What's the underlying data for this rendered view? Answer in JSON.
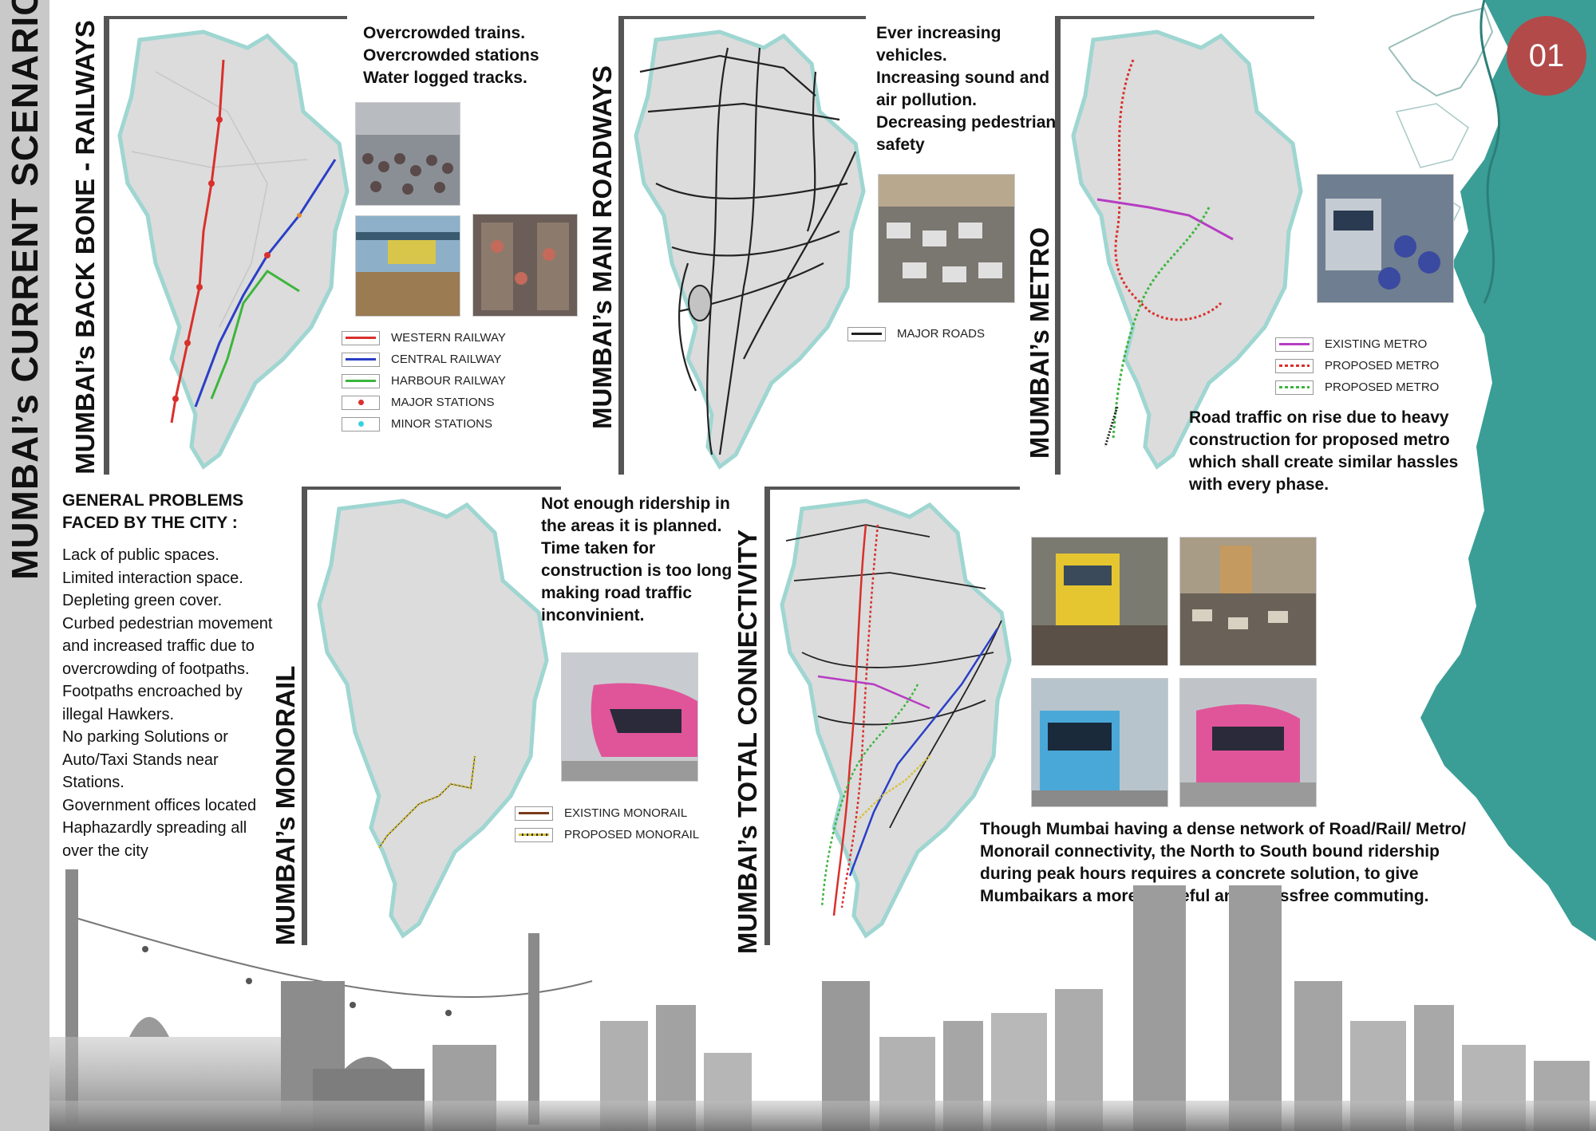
{
  "main_title": "MUMBAI’s CURRENT SCENARIO",
  "page_number": "01",
  "colors": {
    "western_railway": "#d9302c",
    "central_railway": "#2a3fc7",
    "harbour_railway": "#3cb53c",
    "major_station": "#d9302c",
    "minor_station": "#3ad0e0",
    "major_road": "#222222",
    "existing_metro": "#b63cc2",
    "proposed_metro_red": "#d9302c",
    "proposed_metro_green": "#3cb53c",
    "existing_monorail": "#7a3b1c",
    "proposed_monorail": "#d8c23a",
    "badge": "#b24a4a",
    "coast_teal": "#3a9e96"
  },
  "railways": {
    "title": "MUMBAI’s BACK BONE - RAILWAYS",
    "caption": [
      "Overcrowded trains.",
      "Overcrowded stations",
      "Water logged tracks."
    ],
    "legend": [
      {
        "label": "WESTERN RAILWAY",
        "kind": "line",
        "color": "#d9302c"
      },
      {
        "label": "CENTRAL RAILWAY",
        "kind": "line",
        "color": "#2a3fc7"
      },
      {
        "label": "HARBOUR RAILWAY",
        "kind": "line",
        "color": "#3cb53c"
      },
      {
        "label": "MAJOR STATIONS",
        "kind": "dot",
        "color": "#d9302c"
      },
      {
        "label": "MINOR STATIONS",
        "kind": "dot",
        "color": "#3ad0e0"
      }
    ]
  },
  "roadways": {
    "title": "MUMBAI’s MAIN ROADWAYS",
    "caption": [
      "Ever increasing",
      "vehicles.",
      "Increasing sound and",
      "air pollution.",
      "Decreasing pedestrian",
      "safety"
    ],
    "legend": [
      {
        "label": "MAJOR ROADS",
        "kind": "line",
        "color": "#222222"
      }
    ]
  },
  "metro": {
    "title": "MUMBAI’s METRO",
    "legend": [
      {
        "label": "EXISTING METRO",
        "kind": "line",
        "color": "#b63cc2"
      },
      {
        "label": "PROPOSED METRO",
        "kind": "dotted",
        "color": "#d9302c"
      },
      {
        "label": "PROPOSED METRO",
        "kind": "dotted",
        "color": "#3cb53c"
      }
    ],
    "caption": [
      "Road traffic on rise due to heavy",
      "construction for proposed metro",
      "which shall create similar hassles",
      "with every phase."
    ]
  },
  "general_problems": {
    "heading": [
      "GENERAL PROBLEMS",
      "FACED BY  THE CITY :"
    ],
    "lines": [
      "Lack of public spaces.",
      "Limited interaction space.",
      "Depleting green cover.",
      "Curbed pedestrian movement",
      "and increased traffic due to",
      "overcrowding of footpaths.",
      "Footpaths encroached by",
      "illegal Hawkers.",
      "No parking Solutions or",
      "Auto/Taxi Stands near",
      "Stations.",
      "Government offices located",
      "Haphazardly spreading all",
      "over the city"
    ]
  },
  "monorail": {
    "title": "MUMBAI’s MONORAIL",
    "caption": [
      "Not enough ridership in",
      "the areas it is planned.",
      "Time taken for",
      "construction is too long",
      "making road traffic",
      "inconvinient."
    ],
    "legend": [
      {
        "label": "EXISTING MONORAIL",
        "kind": "line",
        "color": "#7a3b1c"
      },
      {
        "label": "PROPOSED MONORAIL",
        "kind": "dotted",
        "color": "#d8c23a"
      }
    ]
  },
  "connectivity": {
    "title": "MUMBAI’s TOTAL CONNECTIVITY",
    "caption": [
      "Though Mumbai having a dense network of Road/Rail/ Metro/",
      "Monorail connectivity, the North to South bound ridership",
      "during peak hours requires a concrete solution, to give",
      "Mumbaikars a more peaceful and stressfree commuting."
    ]
  }
}
